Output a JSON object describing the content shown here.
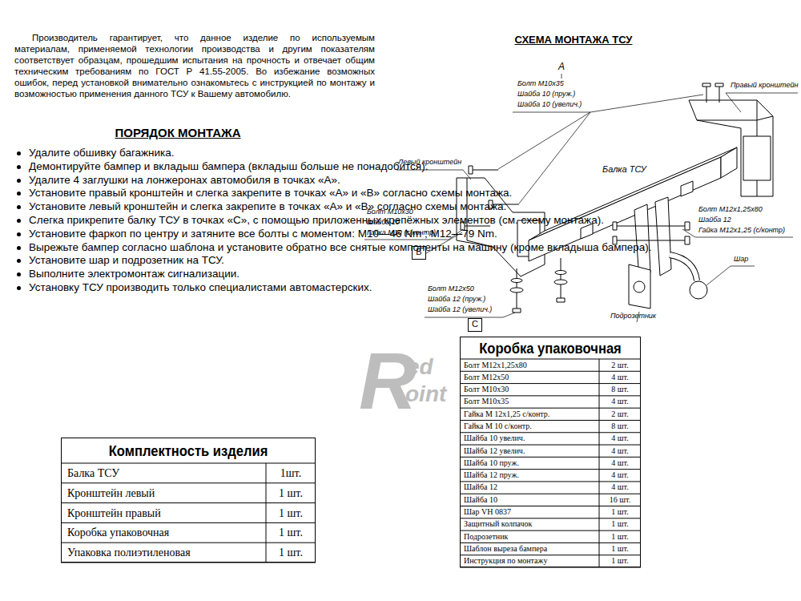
{
  "diagram": {
    "title": "СХЕМА МОНТАЖА ТСУ",
    "nodes": [
      {
        "text": [
          "Комплектность изделия"
        ]
      },
      {
        "text": [
          "Коробка упаковочная"
        ]
      },
      {
        "text": [
          "В"
        ]
      },
      {
        "text": [
          "С"
        ]
      }
    ],
    "labels": [
      "Производитель гарантирует, что данное изделие по используемым материалам, применяемой технологии производства и другим показателям соответствует образцам, прошедшим испытания на прочность и отвечает общим техническим требованиям по ГОСТ Р 41.55-2005. Во избежание возможных ошибок, перед установкой внимательно ознакомьтесь с инструкцией по монтажу и возможностью применения данного ТСУ к Вашему автомобилю.",
      "ПОРЯДОК МОНТАЖА",
      "Удалите обшивку багажника.",
      "Демонтируйте бампер и вкладыш бампера (вкладыш больше не понадобится).",
      "Удалите 4 заглушки на лонжеронах автомобиля в точках «А».",
      "Установите правый кронштейн и слегка закрепите в точках «А» и «В» согласно схемы монтажа.",
      "Установите левый кронштейн и слегка закрепите в точках «А» и «В» согласно схемы монтажа.",
      "Слегка прикрепите балку ТСУ в точках «С», с помощью приложенных крепёжных элементов (см. схему монтажа).",
      "Установите фаркоп по центру и затяните все болты с моментом: М10—46 Nm ; М12—79 Nm.",
      "Вырежьте бампер согласно шаблона и установите обратно все снятые компоненты на машину (кроме вкладыша бампера).",
      "Установите шар и подрозетник на ТСУ.",
      "Выполните электромонтаж сигнализации.",
      "Установку ТСУ производить только специалистами автомастерских.",
      "А",
      "Болт М10х35",
      "Шайба 10 (пруж.)",
      "Шайба 10 (увелич.)",
      "Правый кронштейн",
      "Левый кронштейн",
      "Балка ТСУ",
      "Болт М10х30",
      "Шайба 10",
      "Гайка М10 (с/контр)",
      "Болт М12х1,25х80",
      "Шайба 12",
      "Гайка М12х1,25 (с/контр)",
      "Шар",
      "Болт М12х50",
      "Шайба 12 (пруж.)",
      "Шайба 12 (увелич.)",
      "Подрозетник",
      "R",
      "ed",
      "oint",
      "Балка ТСУ",
      "1шт.",
      "Кронштейн левый",
      "1 шт.",
      "Кронштейн правый",
      "1 шт.",
      "Коробка упаковочная",
      "1 шт.",
      "Упаковка полиэтиленовая",
      "1 шт.",
      "Болт М12х1,25х80",
      "2 шт.",
      "Болт М12х50",
      "4 шт.",
      "Болт М10х30",
      "8 шт.",
      "Болт М10х35",
      "4 шт.",
      "Гайка М 12х1,25 с/контр.",
      "2 шт.",
      "Гайка М 10 с/контр.",
      "8 шт.",
      "Шайба 10 увелич.",
      "4 шт.",
      "Шайба 12 увелич.",
      "4 шт.",
      "Шайба 10 пруж.",
      "4 шт.",
      "Шайба 12 пруж.",
      "4 шт.",
      "Шайба 12",
      "4 шт.",
      "Шайба 10",
      "16 шт.",
      "Шар VH 0837",
      "1 шт.",
      "Защитный колпачок",
      "1 шт.",
      "Подрозетник",
      "1 шт.",
      "Шаблон выреза бампера",
      "1 шт.",
      "Инструкция по монтажу",
      "1 шт."
    ]
  }
}
